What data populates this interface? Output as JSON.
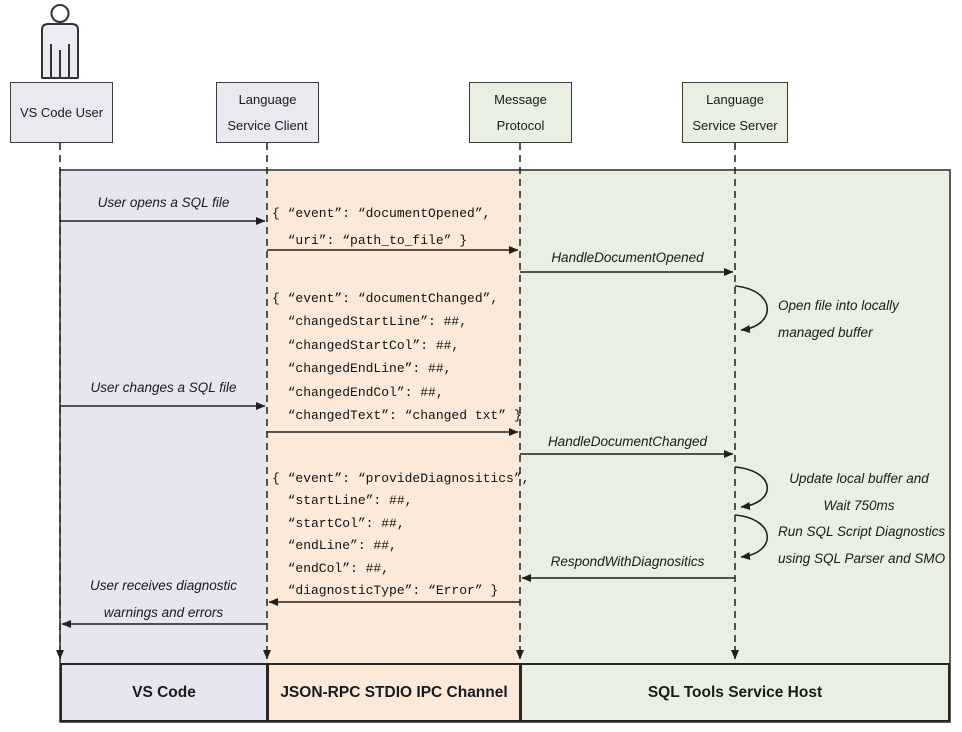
{
  "actors": {
    "user": {
      "line1": "VS Code User",
      "line2": ""
    },
    "client": {
      "line1": "Language",
      "line2": "Service Client"
    },
    "protocol": {
      "line1": "Message",
      "line2": "Protocol"
    },
    "server": {
      "line1": "Language",
      "line2": "Service Server"
    }
  },
  "messages": {
    "user_opens": "User opens a SQL file",
    "handle_opened": "HandleDocumentOpened",
    "user_changes": "User changes a SQL file",
    "handle_changed": "HandleDocumentChanged",
    "respond_with_diagnostics": "RespondWithDiagnositics",
    "user_receives_line1": "User receives diagnostic",
    "user_receives_line2": "warnings and errors"
  },
  "notes": {
    "open_file_line1": "Open file into locally",
    "open_file_line2": "managed buffer",
    "update_buffer_line1": "Update local buffer and",
    "update_buffer_line2": "Wait 750ms",
    "run_diagnostics_line1": "Run SQL Script Diagnostics",
    "run_diagnostics_line2": "using SQL Parser and SMO"
  },
  "payloads": {
    "document_opened": {
      "lines": [
        "{ “event”: “documentOpened”,",
        "  “uri”: “path_to_file” }"
      ]
    },
    "document_changed": {
      "lines": [
        "{ “event”: “documentChanged”,",
        "  “changedStartLine”: ##,",
        "  “changedStartCol”: ##,",
        "  “changedEndLine”: ##,",
        "  “changedEndCol”: ##,",
        "  “changedText”: “changed txt” }"
      ]
    },
    "provide_diagnostics": {
      "lines": [
        "{ “event”: “provideDiagnositics”,",
        "  “startLine”: ##,",
        "  “startCol”: ##,",
        "  “endLine”: ##,",
        "  “endCol”: ##,",
        "  “diagnosticType”: “Error” }"
      ]
    }
  },
  "footer": {
    "vscode": "VS Code",
    "channel": "JSON-RPC STDIO IPC Channel",
    "host": "SQL Tools Service Host"
  },
  "palette": {
    "lane_user": "#E7E6F0",
    "lane_channel": "#FCE9DA",
    "lane_host": "#E9F0E2",
    "header_purple_box": "#EAE9F2",
    "header_green_box": "#E9F0E1",
    "line_color": "#1F1F1F"
  }
}
